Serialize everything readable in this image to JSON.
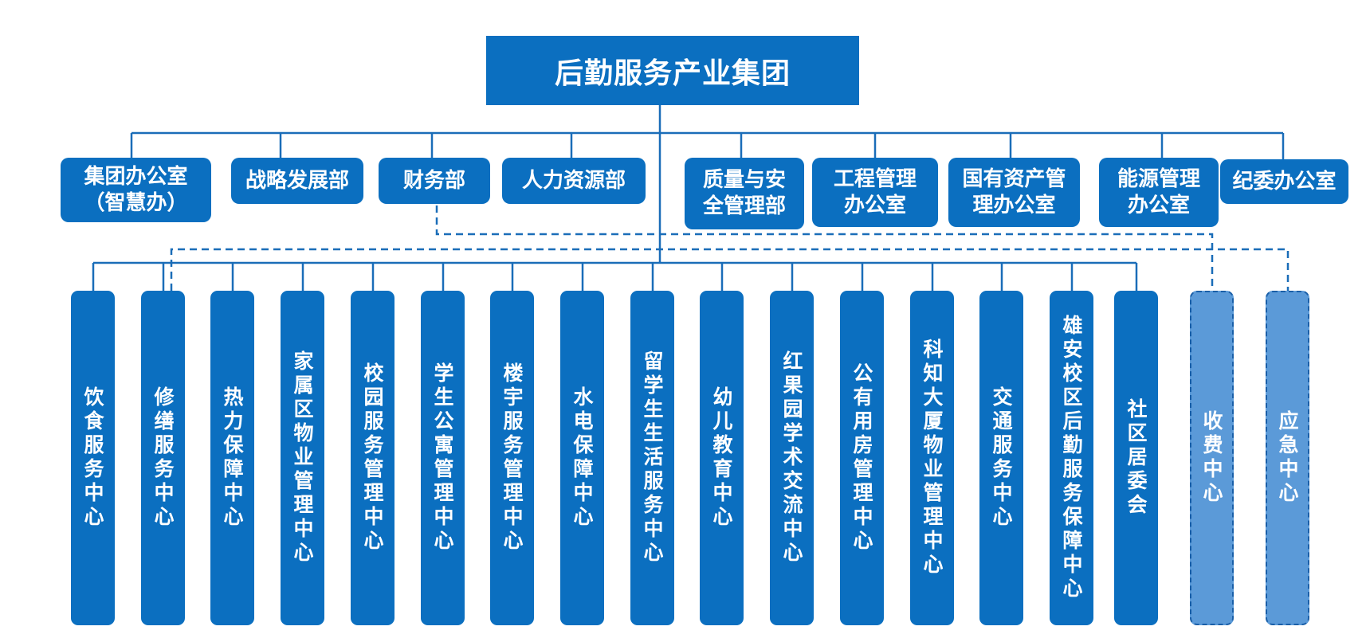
{
  "root": "后勤服务产业集团",
  "departments": [
    {
      "lines": [
        "集团办公室",
        "（智慧办）"
      ]
    },
    {
      "lines": [
        "战略发展部"
      ]
    },
    {
      "lines": [
        "财务部"
      ]
    },
    {
      "lines": [
        "人力资源部"
      ]
    },
    {
      "lines": [
        "质量与安",
        "全管理部"
      ]
    },
    {
      "lines": [
        "工程管理",
        "办公室"
      ]
    },
    {
      "lines": [
        "国有资产管",
        "理办公室"
      ]
    },
    {
      "lines": [
        "能源管理",
        "办公室"
      ]
    },
    {
      "lines": [
        "纪委办公室"
      ]
    }
  ],
  "centers": [
    {
      "label": "饮食服务中心",
      "dashed": false
    },
    {
      "label": "修缮服务中心",
      "dashed": false
    },
    {
      "label": "热力保障中心",
      "dashed": false
    },
    {
      "label": "家属区物业管理中心",
      "dashed": false
    },
    {
      "label": "校园服务管理中心",
      "dashed": false
    },
    {
      "label": "学生公寓管理中心",
      "dashed": false
    },
    {
      "label": "楼宇服务管理中心",
      "dashed": false
    },
    {
      "label": "水电保障中心",
      "dashed": false
    },
    {
      "label": "留学生生活服务中心",
      "dashed": false
    },
    {
      "label": "幼儿教育中心",
      "dashed": false
    },
    {
      "label": "红果园学术交流中心",
      "dashed": false
    },
    {
      "label": "公有用房管理中心",
      "dashed": false
    },
    {
      "label": "科知大厦物业管理中心",
      "dashed": false
    },
    {
      "label": "交通服务中心",
      "dashed": false
    },
    {
      "label": "雄安校区后勤服务保障中心",
      "dashed": false
    },
    {
      "label": "社区居委会",
      "dashed": false
    },
    {
      "label": "收费中心",
      "dashed": true
    },
    {
      "label": "应急中心",
      "dashed": true
    }
  ],
  "colors": {
    "box": "#0b6fc0",
    "dashed_box": "#5b9ad8",
    "line": "#1a6db8"
  }
}
